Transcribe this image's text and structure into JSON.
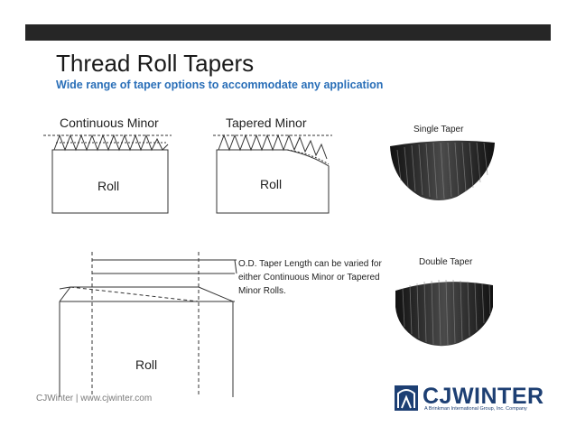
{
  "slide": {
    "title": "Thread Roll Tapers",
    "subtitle": "Wide range of taper options to accommodate any application"
  },
  "diagrams": {
    "continuous_minor_label": "Continuous Minor",
    "tapered_minor_label": "Tapered Minor",
    "roll_label": "Roll",
    "od_taper_note": "O.D. Taper Length can be varied for either Continuous Minor or Tapered Minor Rolls."
  },
  "photos": {
    "single_taper_label": "Single Taper",
    "double_taper_label": "Double Taper"
  },
  "footer": {
    "text": "CJWinter  | www.cjwinter.com"
  },
  "logo": {
    "name": "CJWINTER",
    "tagline": "A Brinkman International Group, Inc. Company"
  },
  "colors": {
    "top_bar": "#262626",
    "subtitle": "#2a6fb8",
    "logo": "#1d3f73"
  }
}
